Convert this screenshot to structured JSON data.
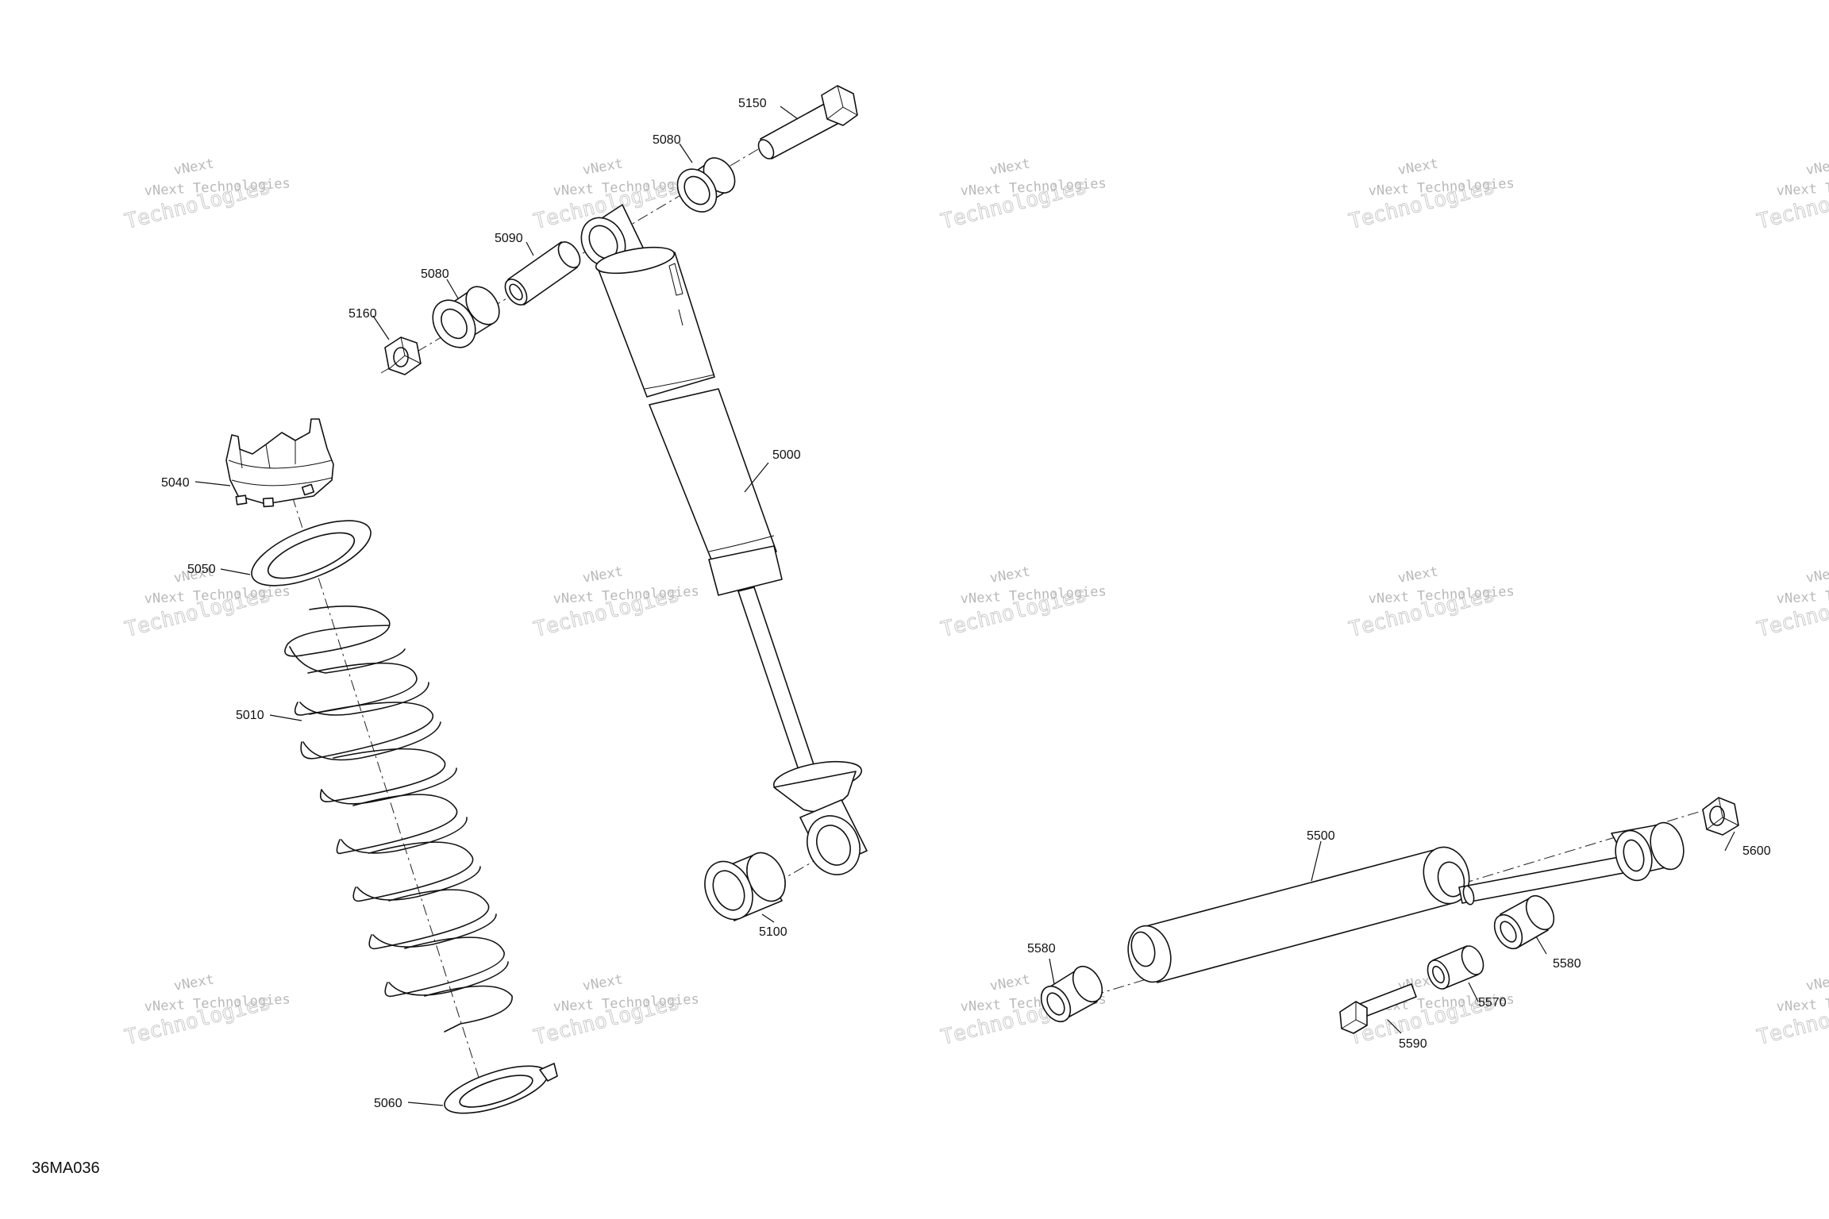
{
  "figure_code": "36MA036",
  "watermark": {
    "line1": "vNext",
    "line2": "vNext Technologies",
    "line3": "Technologies"
  },
  "callouts": {
    "p5150": "5150",
    "p5080_top": "5080",
    "p5090": "5090",
    "p5080_mid": "5080",
    "p5160": "5160",
    "p5040": "5040",
    "p5050": "5050",
    "p5010": "5010",
    "p5060": "5060",
    "p5000": "5000",
    "p5100": "5100",
    "p5500": "5500",
    "p5600": "5600",
    "p5580_left": "5580",
    "p5580_right": "5580",
    "p5570": "5570",
    "p5590": "5590"
  }
}
